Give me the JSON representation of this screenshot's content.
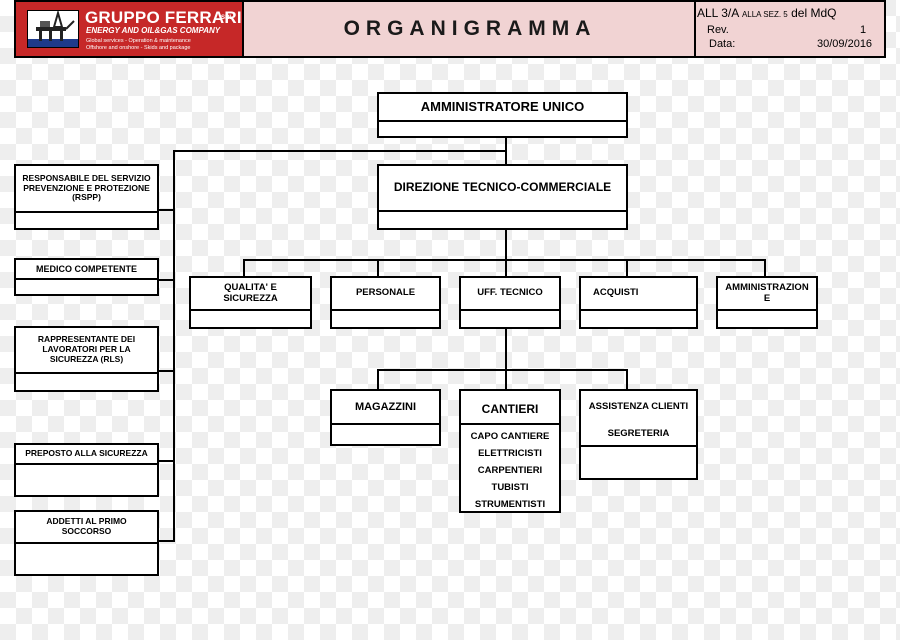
{
  "header": {
    "company_name": "GRUPPO FERRARI",
    "company_suffix": "SRL",
    "company_tagline": "ENERGY AND OIL&GAS COMPANY",
    "company_line1": "Global services - Operation & maintenance",
    "company_line2": "Offshore and onshore - Skids and package",
    "document_title": "ORGANIGRAMMA",
    "ref_all": "ALL 3/A",
    "ref_sez": "ALLA SEZ. 5",
    "ref_del": "del",
    "ref_mdq": "MdQ",
    "rev_label": "Rev.",
    "rev_value": "1",
    "date_label": "Data:",
    "date_value": "30/09/2016"
  },
  "chart": {
    "top": "AMMINISTRATORE UNICO",
    "direction": "DIREZIONE TECNICO-COMMERCIALE",
    "departments": [
      "QUALITA' E SICUREZZA",
      "PERSONALE",
      "UFF. TECNICO",
      "ACQUISTI",
      "AMMINISTRAZION E"
    ],
    "staff": [
      "RESPONSABILE DEL SERVIZIO PREVENZIONE E PROTEZIONE (RSPP)",
      "MEDICO COMPETENTE",
      "RAPPRESENTANTE DEI LAVORATORI PER LA SICUREZZA (RLS)",
      "PREPOSTO ALLA SICUREZZA",
      "ADDETTI AL PRIMO SOCCORSO"
    ],
    "magazzini": "MAGAZZINI",
    "cantieri": {
      "title": "CANTIERI",
      "items": [
        "CAPO CANTIERE",
        "ELETTRICISTI",
        "CARPENTIERI",
        "TUBISTI",
        "STRUMENTISTI"
      ]
    },
    "assistenza": {
      "title": "ASSISTENZA CLIENTI",
      "sub": "SEGRETERIA"
    }
  }
}
